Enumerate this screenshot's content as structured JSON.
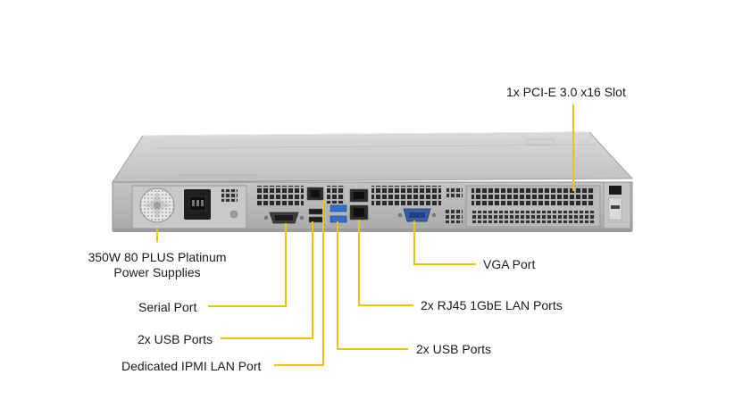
{
  "callouts": {
    "pcie_slot": "1x PCI-E 3.0 x16 Slot",
    "power_supply_line1": "350W 80 PLUS Platinum",
    "power_supply_line2": "Power Supplies",
    "vga_port": "VGA Port",
    "serial_port": "Serial Port",
    "lan_ports": "2x RJ45 1GbE LAN Ports",
    "usb_ports_left": "2x USB Ports",
    "usb_ports_right": "2x USB Ports",
    "ipmi_lan_port": "Dedicated IPMI  LAN Port"
  },
  "colors": {
    "leader_line": "#f2c300",
    "chassis_top": "#c9cbc9",
    "chassis_face": "#b3b6b4",
    "usb_blue": "#2f6fd1",
    "vga_blue": "#3a5ea8"
  }
}
